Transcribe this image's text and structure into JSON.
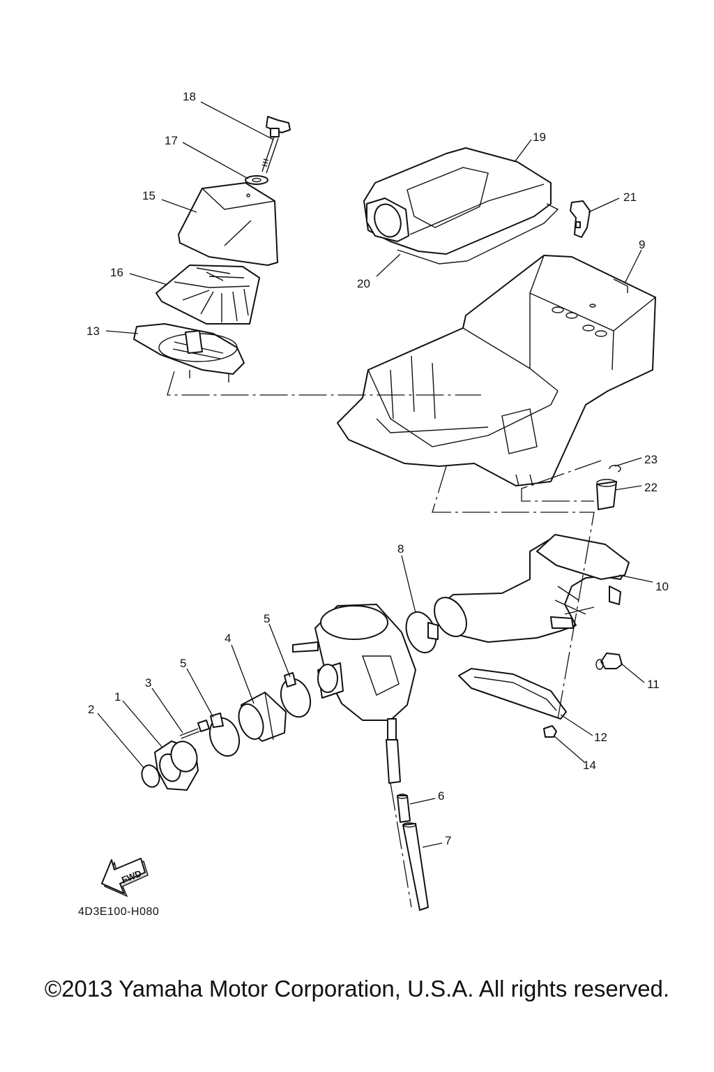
{
  "diagram": {
    "callouts": [
      "1",
      "2",
      "3",
      "4",
      "5",
      "5",
      "6",
      "7",
      "8",
      "9",
      "10",
      "11",
      "12",
      "13",
      "14",
      "15",
      "16",
      "17",
      "18",
      "19",
      "20",
      "21",
      "22",
      "23"
    ],
    "fwd_label": "FWD",
    "code": "4D3E100-H080"
  },
  "footer": {
    "copyright": "©2013 Yamaha Motor Corporation, U.S.A. All rights reserved."
  },
  "colors": {
    "line": "#111111",
    "background": "#ffffff",
    "shading": "#d6d6d6"
  }
}
